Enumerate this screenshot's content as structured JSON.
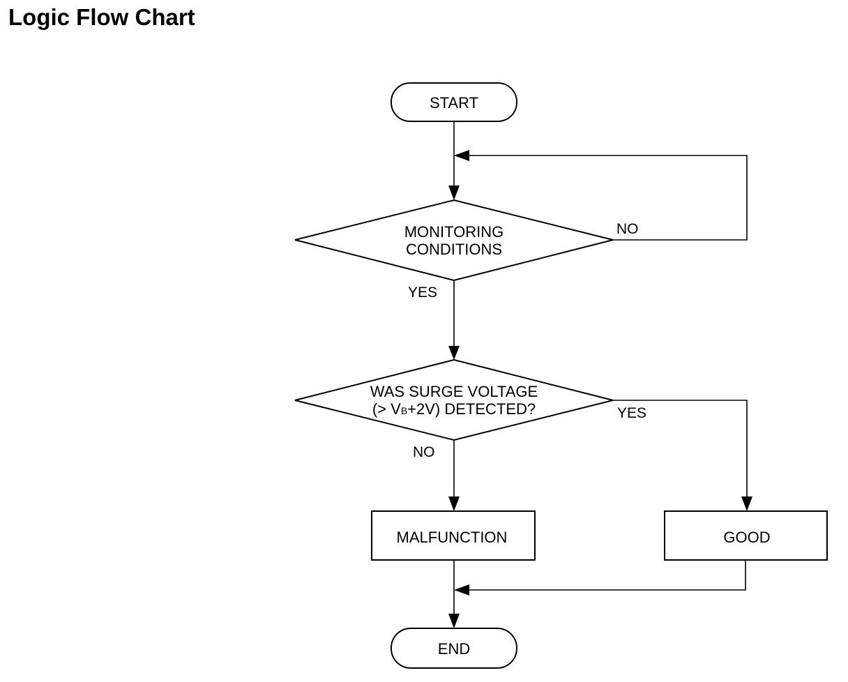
{
  "title": "Logic Flow Chart",
  "nodes": {
    "start": "START",
    "monitoring_line1": "MONITORING",
    "monitoring_line2": "CONDITIONS",
    "surge_line1": "WAS SURGE VOLTAGE",
    "surge_line2_prefix": "(> V",
    "surge_line2_sub": "B",
    "surge_line2_suffix": "+2V) DETECTED?",
    "malfunction": "MALFUNCTION",
    "good": "GOOD",
    "end": "END"
  },
  "edges": {
    "monitoring_no": "NO",
    "monitoring_yes": "YES",
    "surge_yes": "YES",
    "surge_no": "NO"
  }
}
